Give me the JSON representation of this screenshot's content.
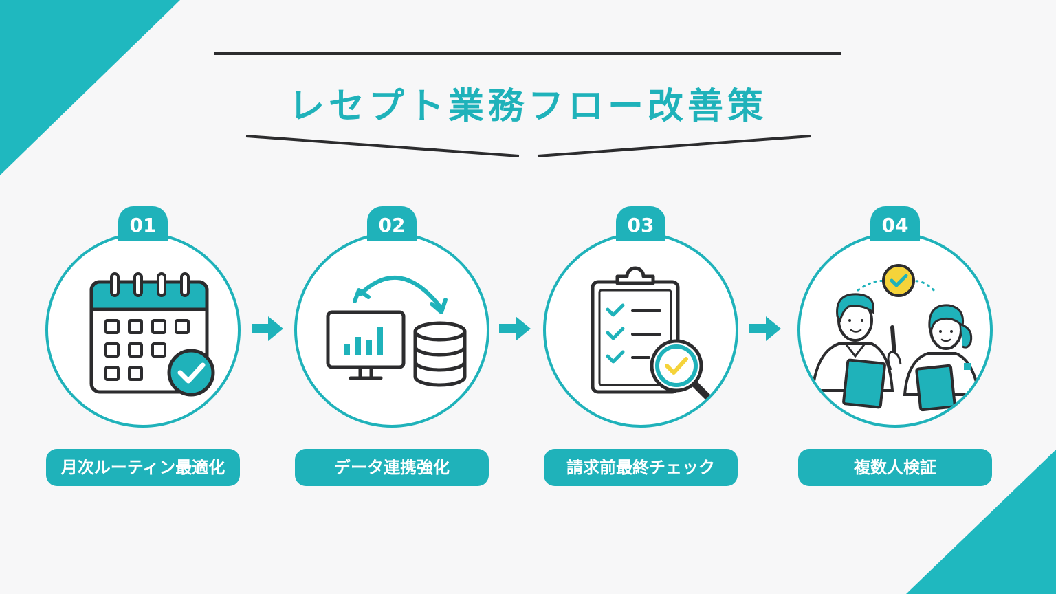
{
  "title": "レセプト業務フロー改善策",
  "colors": {
    "accent": "#1fb2ba",
    "ink": "#2c2c2e",
    "highlight": "#f5d33a",
    "background": "#f7f7f8"
  },
  "steps": [
    {
      "number": "01",
      "label": "月次ルーティン最適化",
      "icon": "calendar-check-icon"
    },
    {
      "number": "02",
      "label": "データ連携強化",
      "icon": "monitor-database-sync-icon"
    },
    {
      "number": "03",
      "label": "請求前最終チェック",
      "icon": "clipboard-magnifier-icon"
    },
    {
      "number": "04",
      "label": "複数人検証",
      "icon": "two-people-verify-icon"
    }
  ]
}
